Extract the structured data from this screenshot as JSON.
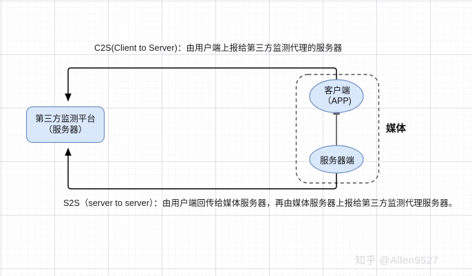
{
  "diagram": {
    "title_c2s": "C2S(Client to Server)：由用户端上报给第三方监测代理的服务器",
    "title_s2s": "S2S（server to server）：由用户端回传给媒体服务器，再由媒体服务器上报给第三方监测代理服务器。",
    "nodes": {
      "platform": {
        "line1": "第三方监测平台",
        "line2": "（服务器）",
        "shape": "rounded-rect",
        "fill": "#dae8fc",
        "stroke": "#6c8ebf"
      },
      "client": {
        "line1": "客户端",
        "line2": "（APP)",
        "shape": "ellipse",
        "fill": "#dae8fc",
        "stroke": "#6c8ebf"
      },
      "server": {
        "line1": "服务器端",
        "shape": "ellipse",
        "fill": "#dae8fc",
        "stroke": "#6c8ebf"
      }
    },
    "group": {
      "label": "媒体",
      "shape": "dashed-rounded-rect",
      "stroke": "#4d4d4d"
    },
    "connectors": {
      "c2s": {
        "from": "client",
        "to": "platform",
        "style": "orthogonal-arrow",
        "stroke": "#000000"
      },
      "s2s": {
        "from": "server",
        "to": "platform",
        "style": "orthogonal-arrow",
        "stroke": "#000000"
      },
      "internal": {
        "from": "client",
        "to": "server",
        "style": "double-arrow",
        "stroke": "#666666"
      }
    }
  },
  "watermark": {
    "text": "知乎 @Allen9527"
  }
}
